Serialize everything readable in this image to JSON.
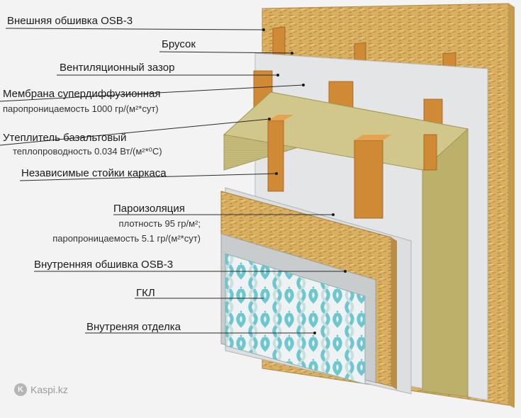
{
  "labels": {
    "outer_osb": "Внешняя обшивка OSB-3",
    "bar": "Брусок",
    "vent_gap": "Вентиляционный зазор",
    "membrane": "Мембрана супердиффузионная",
    "membrane_note": "паропроницаемость 1000 гр/(м²*сут)",
    "insulation": "Утеплитель базальтовый",
    "insulation_note": "теплопроводность 0.034 Вт/(м²*⁰С)",
    "studs": "Независимые стойки каркаса",
    "vapor_barrier": "Пароизоляция",
    "vapor_note_1": "плотность 95 гр/м²;",
    "vapor_note_2": "паропроницаемость 5.1 гр/(м²*сут)",
    "inner_osb": "Внутренняя обшивка OSB-3",
    "gkl": "ГКЛ",
    "finish": "Внутреняя отделка"
  },
  "watermark": {
    "text": "Kaspi.kz",
    "logo_letter": "K"
  },
  "colors": {
    "osb": "#d9b062",
    "wood": "#d08a35",
    "insulation": "#c8bd7c",
    "membrane": "#e3e5e6",
    "drywall": "#c9cccd",
    "finish_pattern": "#6ec7cf"
  }
}
